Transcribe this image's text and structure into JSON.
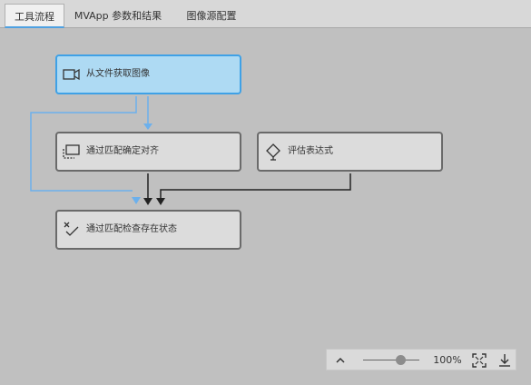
{
  "tabs": [
    {
      "label": "工具流程",
      "active": true
    },
    {
      "label": "MVApp 参数和结果",
      "active": false
    },
    {
      "label": "图像源配置",
      "active": false
    }
  ],
  "nodes": {
    "acquire": {
      "label": "从文件获取图像",
      "icon": "camera-icon"
    },
    "align": {
      "label": "通过匹配确定对齐",
      "icon": "align-rectangle-icon"
    },
    "evaluate": {
      "label": "评估表达式",
      "icon": "expression-diamond-icon"
    },
    "check": {
      "label": "通过匹配检查存在状态",
      "icon": "check-presence-icon"
    }
  },
  "zoom": {
    "percent_label": "100%",
    "level": 0.5
  },
  "colors": {
    "accent": "#3fa1e6",
    "selected_fill": "#aedaf3",
    "connector_blue": "#6cb0ec",
    "connector_dark": "#222222"
  }
}
